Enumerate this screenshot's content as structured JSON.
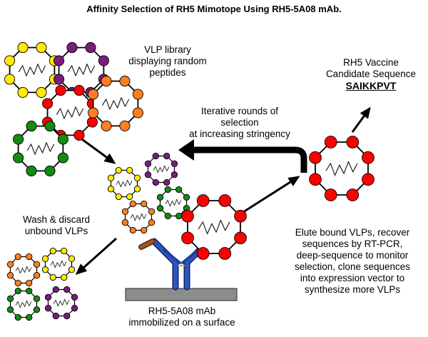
{
  "title": "Affinity Selection of RH5 Mimotope Using RH5-5A08 mAb.",
  "labels": {
    "library": [
      "VLP library",
      "displaying random",
      "peptides"
    ],
    "vaccine": [
      "RH5 Vaccine",
      "Candidate Sequence"
    ],
    "sequence": "SAIKKPVT",
    "iterative": [
      "Iterative rounds of",
      "selection",
      "at increasing stringency"
    ],
    "wash": [
      "Wash & discard",
      "unbound VLPs"
    ],
    "elute": [
      "Elute bound VLPs, recover",
      "sequences by RT-PCR,",
      "deep-sequence to monitor",
      "selection, clone sequences",
      "into expression vector to",
      "synthesize more VLPs"
    ],
    "mab": [
      "RH5-5A08 mAb",
      "immobilized on a surface"
    ]
  },
  "colors": {
    "yellow": "#ffea00",
    "purple": "#7a1c7e",
    "red": "#ff0000",
    "orange": "#ff7f1f",
    "green": "#138a13",
    "antibody": "#1f3f9e",
    "antigen": "#a0522d",
    "surface": "#8c8c8c"
  }
}
